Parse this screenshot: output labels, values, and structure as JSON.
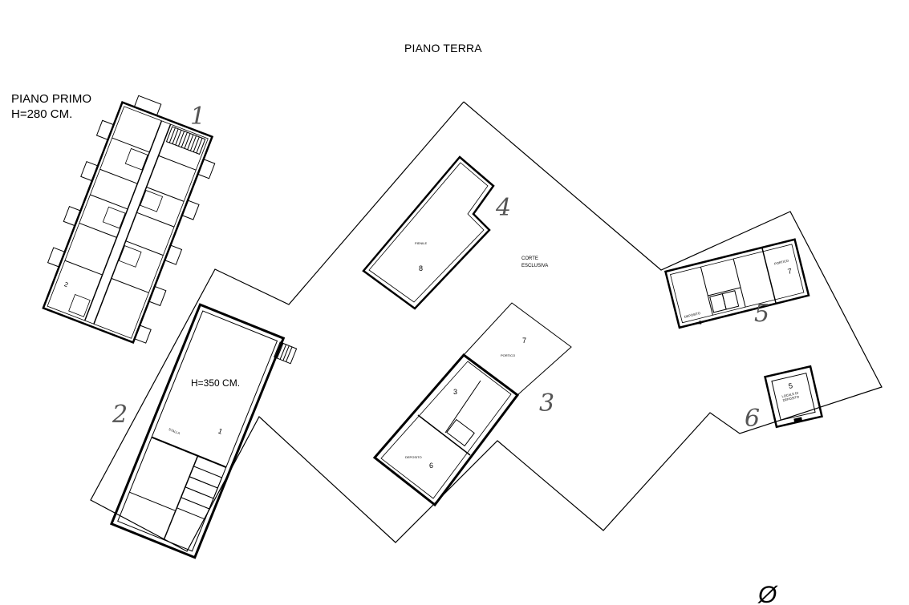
{
  "titles": {
    "ground_floor": "PIANO TERRA",
    "first_floor_line1": "PIANO PRIMO",
    "first_floor_line2": "H=280 CM."
  },
  "labels": {
    "height_350": "H=350 CM.",
    "courtyard_line1": "CORTE",
    "courtyard_line2": "ESCLUSIVA",
    "stalla": "STALLA",
    "fienile": "FIENILE",
    "portico": "PORTICO",
    "deposito": "DEPOSITO",
    "locale_deposito_line1": "LOCALE DI",
    "locale_deposito_line2": "DEPOSITO"
  },
  "room_numbers": {
    "b1_room2": "2",
    "b2_room1": "1",
    "b3_room3": "3",
    "b3_room6": "6",
    "b3_room7": "7",
    "b4_room8": "8",
    "b5_room4": "4",
    "b5_room7": "7",
    "b6_room5": "5"
  },
  "handwritten_marks": [
    "1",
    "2",
    "3",
    "4",
    "5",
    "6"
  ],
  "north_symbol": "Ø"
}
